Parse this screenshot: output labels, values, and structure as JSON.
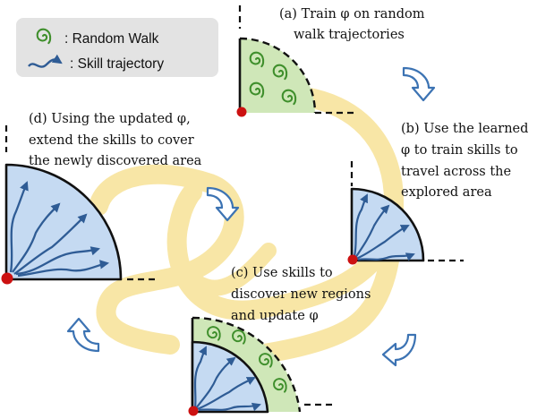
{
  "legend": {
    "random_walk_label": ": Random Walk",
    "skill_label": ": Skill trajectory"
  },
  "steps": {
    "a": {
      "line1": "(a) Train φ on random",
      "line2": "walk trajectories"
    },
    "b": {
      "line1": "(b) Use the learned",
      "line2": "φ  to train skills to",
      "line3": "travel across the",
      "line4": "explored area"
    },
    "c": {
      "line1": "(c) Use skills to",
      "line2": "discover new regions",
      "line3": "and update φ"
    },
    "d": {
      "line1": "(d) Using the updated φ,",
      "line2": "extend the skills to cover",
      "line3": "the newly discovered area"
    }
  },
  "colors": {
    "explored_green": "#cfe7b8",
    "skill_region_blue": "#c5daf2",
    "skill_arrow_blue": "#2f5c95",
    "spiral_green": "#3f8f2c",
    "origin_red": "#cc1111",
    "cycle_arrow_blue": "#3c73b3",
    "loop_yellow": "#f8e6a6",
    "legend_bg": "#e3e3e3"
  },
  "icons": {
    "random_walk": "spiral-icon",
    "skill": "wavy-arrow-icon",
    "cycle_step": "curved-arrow-icon",
    "origin": "red-dot-icon"
  }
}
